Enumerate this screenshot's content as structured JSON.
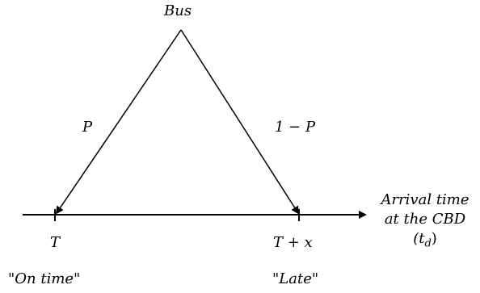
{
  "diagram": {
    "root_label": "Bus",
    "branch_left": {
      "probability": "P",
      "outcome_time": "T",
      "outcome_label": "\"On time\""
    },
    "branch_right": {
      "probability": "1 − P",
      "outcome_time": "T + x",
      "outcome_label": "\"Late\""
    },
    "axis": {
      "line1": "Arrival time",
      "line2": "at the CBD",
      "line3_prefix": "(t",
      "line3_sub": "d",
      "line3_suffix": ")"
    }
  },
  "colors": {
    "ink": "#000000",
    "background": "#ffffff"
  }
}
